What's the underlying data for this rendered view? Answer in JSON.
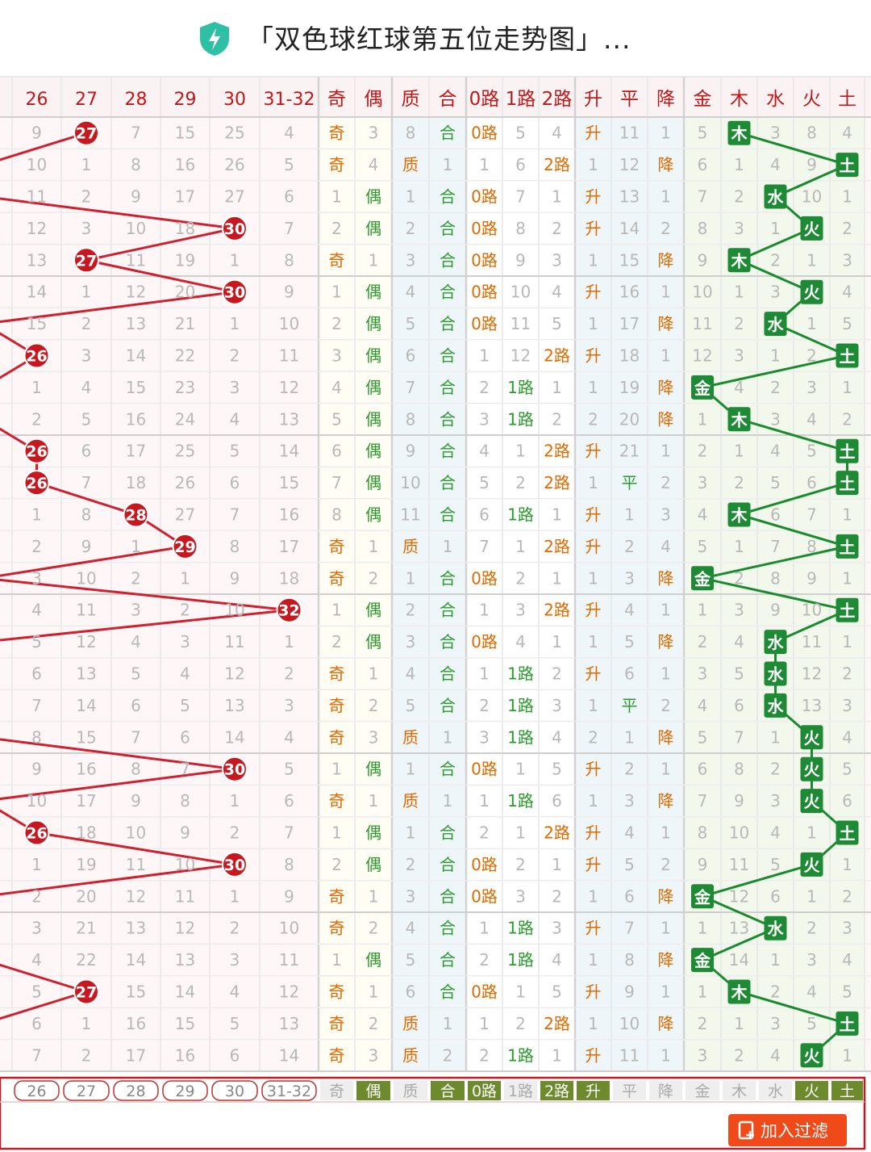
{
  "header": {
    "title": "「双色球红球第五位走势图」...",
    "icon": "shield-lightning-icon"
  },
  "colors": {
    "red_ball": "#c8171e",
    "line_red": "#cf2030",
    "line_green": "#1a8a2e",
    "element_box": "#1f8a35",
    "orange_text": "#e06a00",
    "green_text": "#2d9a2e",
    "miss_text": "#b8b8b8",
    "header_text": "#c01818",
    "footer_selected": "#6d8a2c"
  },
  "columns": {
    "numbers": [
      "26",
      "27",
      "28",
      "29",
      "30",
      "31-32"
    ],
    "other": [
      "奇",
      "偶",
      "质",
      "合",
      "0路",
      "1路",
      "2路",
      "升",
      "平",
      "降",
      "金",
      "木",
      "水",
      "火",
      "土"
    ]
  },
  "rows": [
    {
      "n": [
        "9",
        "27",
        "7",
        "15",
        "25",
        "4"
      ],
      "c": [
        "奇",
        "3",
        "8",
        "合",
        "0路",
        "5",
        "4",
        "升",
        "11",
        "1",
        "5",
        "木",
        "3",
        "8",
        "4"
      ]
    },
    {
      "n": [
        "10",
        "1",
        "8",
        "16",
        "26",
        "5"
      ],
      "c": [
        "奇",
        "4",
        "质",
        "1",
        "1",
        "6",
        "2路",
        "1",
        "12",
        "降",
        "6",
        "1",
        "4",
        "9",
        "土"
      ]
    },
    {
      "n": [
        "11",
        "2",
        "9",
        "17",
        "27",
        "6"
      ],
      "c": [
        "1",
        "偶",
        "1",
        "合",
        "0路",
        "7",
        "1",
        "升",
        "13",
        "1",
        "7",
        "2",
        "水",
        "10",
        "1"
      ]
    },
    {
      "n": [
        "12",
        "3",
        "10",
        "18",
        "30",
        "7"
      ],
      "c": [
        "2",
        "偶",
        "2",
        "合",
        "0路",
        "8",
        "2",
        "升",
        "14",
        "2",
        "8",
        "3",
        "1",
        "火",
        "2"
      ]
    },
    {
      "n": [
        "13",
        "27",
        "11",
        "19",
        "1",
        "8"
      ],
      "c": [
        "奇",
        "1",
        "3",
        "合",
        "0路",
        "9",
        "3",
        "1",
        "15",
        "降",
        "9",
        "木",
        "2",
        "1",
        "3"
      ]
    },
    {
      "n": [
        "14",
        "1",
        "12",
        "20",
        "30",
        "9"
      ],
      "c": [
        "1",
        "偶",
        "4",
        "合",
        "0路",
        "10",
        "4",
        "升",
        "16",
        "1",
        "10",
        "1",
        "3",
        "火",
        "4"
      ]
    },
    {
      "n": [
        "15",
        "2",
        "13",
        "21",
        "1",
        "10"
      ],
      "c": [
        "2",
        "偶",
        "5",
        "合",
        "0路",
        "11",
        "5",
        "1",
        "17",
        "降",
        "11",
        "2",
        "水",
        "1",
        "5"
      ]
    },
    {
      "n": [
        "26",
        "3",
        "14",
        "22",
        "2",
        "11"
      ],
      "c": [
        "3",
        "偶",
        "6",
        "合",
        "1",
        "12",
        "2路",
        "升",
        "18",
        "1",
        "12",
        "3",
        "1",
        "2",
        "土"
      ]
    },
    {
      "n": [
        "1",
        "4",
        "15",
        "23",
        "3",
        "12"
      ],
      "c": [
        "4",
        "偶",
        "7",
        "合",
        "2",
        "1路",
        "1",
        "1",
        "19",
        "降",
        "金",
        "4",
        "2",
        "3",
        "1"
      ]
    },
    {
      "n": [
        "2",
        "5",
        "16",
        "24",
        "4",
        "13"
      ],
      "c": [
        "5",
        "偶",
        "8",
        "合",
        "3",
        "1路",
        "2",
        "2",
        "20",
        "降",
        "1",
        "木",
        "3",
        "4",
        "2"
      ]
    },
    {
      "n": [
        "26",
        "6",
        "17",
        "25",
        "5",
        "14"
      ],
      "c": [
        "6",
        "偶",
        "9",
        "合",
        "4",
        "1",
        "2路",
        "升",
        "21",
        "1",
        "2",
        "1",
        "4",
        "5",
        "土"
      ]
    },
    {
      "n": [
        "26",
        "7",
        "18",
        "26",
        "6",
        "15"
      ],
      "c": [
        "7",
        "偶",
        "10",
        "合",
        "5",
        "2",
        "2路",
        "1",
        "平",
        "2",
        "3",
        "2",
        "5",
        "6",
        "土"
      ]
    },
    {
      "n": [
        "1",
        "8",
        "28",
        "27",
        "7",
        "16"
      ],
      "c": [
        "8",
        "偶",
        "11",
        "合",
        "6",
        "1路",
        "1",
        "升",
        "1",
        "3",
        "4",
        "木",
        "6",
        "7",
        "1"
      ]
    },
    {
      "n": [
        "2",
        "9",
        "1",
        "29",
        "8",
        "17"
      ],
      "c": [
        "奇",
        "1",
        "质",
        "1",
        "7",
        "1",
        "2路",
        "升",
        "2",
        "4",
        "5",
        "1",
        "7",
        "8",
        "土"
      ]
    },
    {
      "n": [
        "3",
        "10",
        "2",
        "1",
        "9",
        "18"
      ],
      "c": [
        "奇",
        "2",
        "1",
        "合",
        "0路",
        "2",
        "1",
        "1",
        "3",
        "降",
        "金",
        "2",
        "8",
        "9",
        "1"
      ]
    },
    {
      "n": [
        "4",
        "11",
        "3",
        "2",
        "10",
        "32"
      ],
      "c": [
        "1",
        "偶",
        "2",
        "合",
        "1",
        "3",
        "2路",
        "升",
        "4",
        "1",
        "1",
        "3",
        "9",
        "10",
        "土"
      ]
    },
    {
      "n": [
        "5",
        "12",
        "4",
        "3",
        "11",
        "1"
      ],
      "c": [
        "2",
        "偶",
        "3",
        "合",
        "0路",
        "4",
        "1",
        "1",
        "5",
        "降",
        "2",
        "4",
        "水",
        "11",
        "1"
      ]
    },
    {
      "n": [
        "6",
        "13",
        "5",
        "4",
        "12",
        "2"
      ],
      "c": [
        "奇",
        "1",
        "4",
        "合",
        "1",
        "1路",
        "2",
        "升",
        "6",
        "1",
        "3",
        "5",
        "水",
        "12",
        "2"
      ]
    },
    {
      "n": [
        "7",
        "14",
        "6",
        "5",
        "13",
        "3"
      ],
      "c": [
        "奇",
        "2",
        "5",
        "合",
        "2",
        "1路",
        "3",
        "1",
        "平",
        "2",
        "4",
        "6",
        "水",
        "13",
        "3"
      ]
    },
    {
      "n": [
        "8",
        "15",
        "7",
        "6",
        "14",
        "4"
      ],
      "c": [
        "奇",
        "3",
        "质",
        "1",
        "3",
        "1路",
        "4",
        "2",
        "1",
        "降",
        "5",
        "7",
        "1",
        "火",
        "4"
      ]
    },
    {
      "n": [
        "9",
        "16",
        "8",
        "7",
        "30",
        "5"
      ],
      "c": [
        "1",
        "偶",
        "1",
        "合",
        "0路",
        "1",
        "5",
        "升",
        "2",
        "1",
        "6",
        "8",
        "2",
        "火",
        "5"
      ]
    },
    {
      "n": [
        "10",
        "17",
        "9",
        "8",
        "1",
        "6"
      ],
      "c": [
        "奇",
        "1",
        "质",
        "1",
        "1",
        "1路",
        "6",
        "1",
        "3",
        "降",
        "7",
        "9",
        "3",
        "火",
        "6"
      ]
    },
    {
      "n": [
        "26",
        "18",
        "10",
        "9",
        "2",
        "7"
      ],
      "c": [
        "1",
        "偶",
        "1",
        "合",
        "2",
        "1",
        "2路",
        "升",
        "4",
        "1",
        "8",
        "10",
        "4",
        "1",
        "土"
      ]
    },
    {
      "n": [
        "1",
        "19",
        "11",
        "10",
        "30",
        "8"
      ],
      "c": [
        "2",
        "偶",
        "2",
        "合",
        "0路",
        "2",
        "1",
        "升",
        "5",
        "2",
        "9",
        "11",
        "5",
        "火",
        "1"
      ]
    },
    {
      "n": [
        "2",
        "20",
        "12",
        "11",
        "1",
        "9"
      ],
      "c": [
        "奇",
        "1",
        "3",
        "合",
        "0路",
        "3",
        "2",
        "1",
        "6",
        "降",
        "金",
        "12",
        "6",
        "1",
        "2"
      ]
    },
    {
      "n": [
        "3",
        "21",
        "13",
        "12",
        "2",
        "10"
      ],
      "c": [
        "奇",
        "2",
        "4",
        "合",
        "1",
        "1路",
        "3",
        "升",
        "7",
        "1",
        "1",
        "13",
        "水",
        "2",
        "3"
      ]
    },
    {
      "n": [
        "4",
        "22",
        "14",
        "13",
        "3",
        "11"
      ],
      "c": [
        "1",
        "偶",
        "5",
        "合",
        "2",
        "1路",
        "4",
        "1",
        "8",
        "降",
        "金",
        "14",
        "1",
        "3",
        "4"
      ]
    },
    {
      "n": [
        "5",
        "27",
        "15",
        "14",
        "4",
        "12"
      ],
      "c": [
        "奇",
        "1",
        "6",
        "合",
        "0路",
        "1",
        "5",
        "升",
        "9",
        "1",
        "1",
        "木",
        "2",
        "4",
        "5"
      ]
    },
    {
      "n": [
        "6",
        "1",
        "16",
        "15",
        "5",
        "13"
      ],
      "c": [
        "奇",
        "2",
        "质",
        "1",
        "1",
        "2",
        "2路",
        "1",
        "10",
        "降",
        "2",
        "1",
        "3",
        "5",
        "土"
      ]
    },
    {
      "n": [
        "7",
        "2",
        "17",
        "16",
        "6",
        "14"
      ],
      "c": [
        "奇",
        "3",
        "质",
        "2",
        "2",
        "1路",
        "1",
        "升",
        "11",
        "1",
        "3",
        "2",
        "4",
        "火",
        "1"
      ]
    }
  ],
  "hits": {
    "numbers": [
      1,
      -1,
      -1,
      4,
      1,
      4,
      -1,
      0,
      -1,
      -1,
      0,
      0,
      2,
      3,
      -1,
      5,
      -1,
      -1,
      -1,
      -1,
      4,
      -1,
      0,
      4,
      -1,
      -1,
      -1,
      1,
      -1,
      -1
    ],
    "elements": [
      1,
      4,
      2,
      3,
      1,
      3,
      2,
      4,
      0,
      1,
      4,
      4,
      1,
      4,
      0,
      4,
      2,
      2,
      2,
      3,
      3,
      3,
      4,
      3,
      0,
      2,
      0,
      1,
      4,
      3
    ],
    "offscreen_left": [
      true,
      false,
      true,
      true,
      false,
      true,
      true,
      true,
      false,
      false,
      true,
      true,
      false,
      true,
      true,
      true,
      false,
      false,
      false,
      false,
      true,
      false,
      true,
      true,
      false,
      false,
      false,
      true,
      false,
      false
    ]
  },
  "footer": {
    "filters": [
      "26",
      "27",
      "28",
      "29",
      "30",
      "31-32"
    ],
    "options": [
      "奇",
      "偶",
      "质",
      "合",
      "0路",
      "1路",
      "2路",
      "升",
      "平",
      "降",
      "金",
      "木",
      "水",
      "火",
      "土"
    ],
    "selected": [
      false,
      true,
      false,
      true,
      true,
      false,
      true,
      true,
      false,
      false,
      false,
      false,
      false,
      true,
      true
    ],
    "add_filter_label": "加入过滤",
    "add_filter_icon": "filter-plus-icon"
  }
}
